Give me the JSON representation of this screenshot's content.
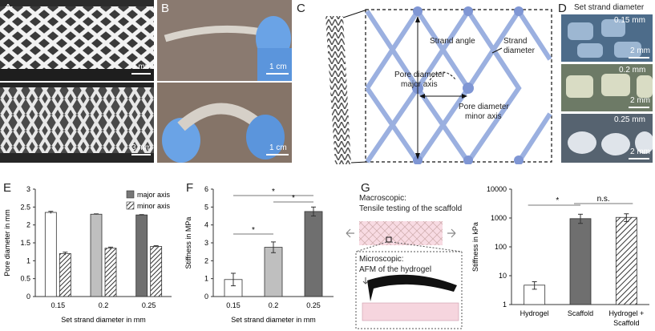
{
  "panels": {
    "A": {
      "label": "A",
      "scale_top": "3 mm",
      "scale_bottom": "3 mm"
    },
    "B": {
      "label": "B",
      "scale_top": "1 cm",
      "scale_bottom": "1 cm"
    },
    "C": {
      "label": "C",
      "strand_angle": "Strand angle",
      "strand_diameter_1": "Strand",
      "strand_diameter_2": "diameter",
      "pore_major_1": "Pore diameter",
      "pore_major_2": "major axis",
      "pore_minor_1": "Pore diameter",
      "pore_minor_2": "minor axis"
    },
    "D": {
      "label": "D",
      "title": "Set strand diameter",
      "rows": [
        {
          "value": "0.15 mm",
          "scale": "2 mm"
        },
        {
          "value": "0.2 mm",
          "scale": "2 mm"
        },
        {
          "value": "0.25 mm",
          "scale": "2 mm"
        }
      ]
    },
    "E": {
      "label": "E"
    },
    "F": {
      "label": "F"
    },
    "G": {
      "label": "G",
      "macro_1": "Macroscopic:",
      "macro_2": "Tensile testing of the scaffold",
      "micro_1": "Microscopic:",
      "micro_2": "AFM of the hydrogel"
    }
  },
  "colors": {
    "lattice": "#8fa6dc",
    "white_bar": "#ffffff",
    "light_gray": "#bfbfbf",
    "dark_gray": "#6f6f6f",
    "pink": "#f4d3dc"
  },
  "chart_data": [
    {
      "type": "bar",
      "panel": "E",
      "categories": [
        "0.15",
        "0.2",
        "0.25"
      ],
      "series": [
        {
          "name": "major axis",
          "values": [
            2.35,
            2.3,
            2.28
          ],
          "err": [
            0.03,
            0.01,
            0.01
          ]
        },
        {
          "name": "minor axis",
          "values": [
            1.2,
            1.35,
            1.4
          ],
          "err": [
            0.04,
            0.03,
            0.02
          ]
        }
      ],
      "xlabel": "Set strand diameter in mm",
      "ylabel": "Pore diameter in mm",
      "ylim": [
        0,
        3
      ],
      "yticks": [
        "0",
        "0.5",
        "1",
        "1.5",
        "2",
        "2.5",
        "3"
      ],
      "legend": "top-right"
    },
    {
      "type": "bar",
      "panel": "F",
      "categories": [
        "0.15",
        "0.2",
        "0.25"
      ],
      "values": [
        0.95,
        2.75,
        4.75
      ],
      "err": [
        0.35,
        0.3,
        0.25
      ],
      "xlabel": "Set strand diameter in mm",
      "ylabel": "Stiffness in MPa",
      "ylim": [
        0,
        6
      ],
      "yticks": [
        "0",
        "1",
        "2",
        "3",
        "4",
        "5",
        "6"
      ],
      "significance": [
        {
          "from": 0,
          "to": 2,
          "label": "*"
        },
        {
          "from": 1,
          "to": 2,
          "label": "*"
        },
        {
          "from": 0,
          "to": 1,
          "label": "*"
        }
      ]
    },
    {
      "type": "bar",
      "panel": "G",
      "scale": "log",
      "categories": [
        "Hydrogel",
        "Scaffold",
        "Hydrogel +",
        "Scaffold"
      ],
      "values": [
        4.7,
        950,
        1050
      ],
      "err_low": [
        3.4,
        650,
        750
      ],
      "err_high": [
        6.2,
        1350,
        1400
      ],
      "ylabel": "Stiffness in kPa",
      "ylim": [
        1,
        10000
      ],
      "yticks": [
        "1",
        "10",
        "100",
        "1000",
        "10000"
      ],
      "significance": [
        {
          "from": 0,
          "to": 1,
          "label": "*"
        },
        {
          "from": 1,
          "to": 2,
          "label": "n.s."
        }
      ]
    }
  ]
}
